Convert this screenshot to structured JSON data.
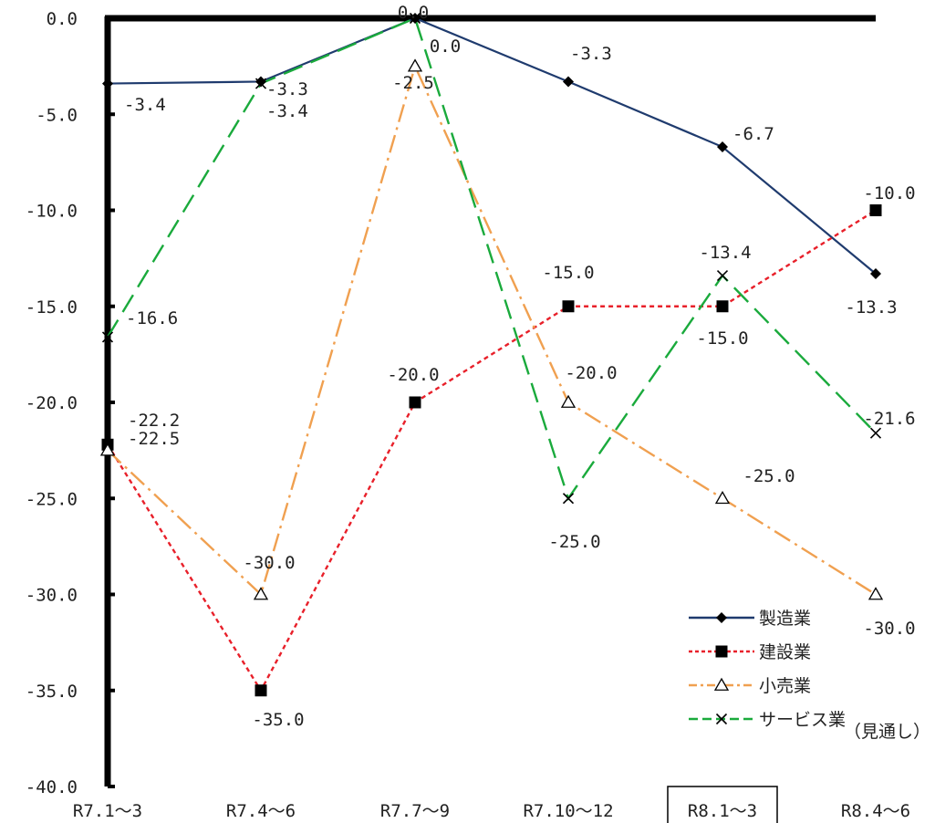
{
  "chart_data": {
    "type": "line",
    "categories": [
      "R7.1～3",
      "R7.4～6",
      "R7.7～9",
      "R7.10～12",
      "R8.1～3",
      "R8.4～6"
    ],
    "y_ticks": [
      "0.0",
      "-5.0",
      "-10.0",
      "-15.0",
      "-20.0",
      "-25.0",
      "-30.0",
      "-35.0",
      "-40.0"
    ],
    "ylim": [
      -40,
      0
    ],
    "highlighted_category": "R8.1～3",
    "forecast_note": "（見通し）",
    "legend_position": "bottom-right",
    "grid": false,
    "series": [
      {
        "name": "製造業",
        "values": [
          -3.4,
          -3.3,
          0.0,
          -3.3,
          -6.7,
          -13.3
        ],
        "labels": [
          "-3.4",
          "-3.3",
          "0.0",
          "-3.3",
          "-6.7",
          "-13.3"
        ],
        "color": "#1f3b6e",
        "marker": "diamond",
        "dash": "solid"
      },
      {
        "name": "建設業",
        "values": [
          -22.2,
          -35.0,
          -20.0,
          -15.0,
          -15.0,
          -10.0
        ],
        "labels": [
          "-22.2",
          "-35.0",
          "-20.0",
          "-15.0",
          "-15.0",
          "-10.0"
        ],
        "color": "#e8202a",
        "marker": "square",
        "dash": "short-dash"
      },
      {
        "name": "小売業",
        "values": [
          -22.5,
          -30.0,
          -2.5,
          -20.0,
          -25.0,
          -30.0
        ],
        "labels": [
          "-22.5",
          "-30.0",
          "-2.5",
          "-20.0",
          "-25.0",
          "-30.0"
        ],
        "color": "#f0a050",
        "marker": "triangle",
        "dash": "dash-dot"
      },
      {
        "name": "サービス業",
        "values": [
          -16.6,
          -3.4,
          0.0,
          -25.0,
          -13.4,
          -21.6
        ],
        "labels": [
          "-16.6",
          "-3.4",
          "0.0",
          "-25.0",
          "-13.4",
          "-21.6"
        ],
        "color": "#1aaa3c",
        "marker": "x",
        "dash": "long-dash"
      }
    ]
  }
}
